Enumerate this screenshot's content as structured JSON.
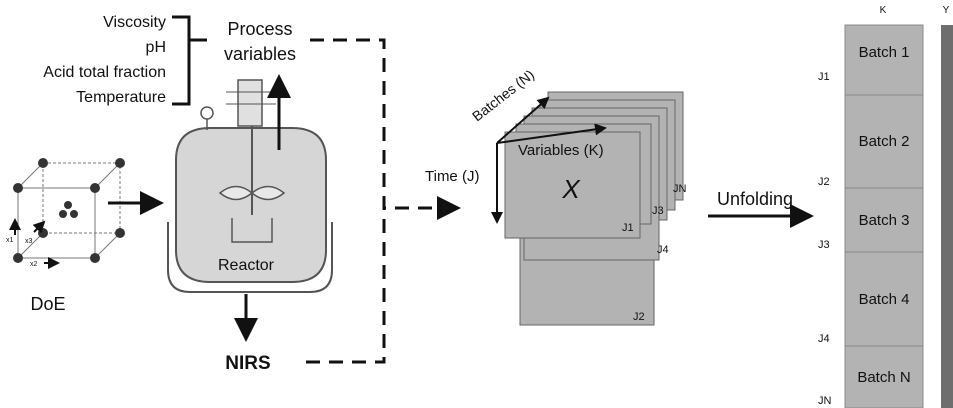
{
  "variables_list": [
    "Viscosity",
    "pH",
    "Acid total fraction",
    "Temperature"
  ],
  "process_variables": [
    "Process",
    "variables"
  ],
  "doe": {
    "label": "DoE",
    "axis_labels": [
      "x1",
      "x3",
      "x2"
    ]
  },
  "reactor": {
    "label": "Reactor"
  },
  "nirs": {
    "label": "NIRS"
  },
  "cube": {
    "batches_axis": "Batches (N)",
    "variables_axis": "Variables (K)",
    "time_axis": "Time (J)",
    "matrix_symbol": "X",
    "slice_labels": [
      "J1",
      "J2",
      "J3",
      "J4",
      "JN"
    ]
  },
  "unfolding": {
    "label": "Unfolding"
  },
  "unfolded_matrix": {
    "column_k": "K",
    "column_y": "Y",
    "batches": [
      "Batch 1",
      "Batch 2",
      "Batch 3",
      "Batch 4",
      "Batch N"
    ],
    "row_labels": [
      "J1",
      "J2",
      "J3",
      "J4",
      "JN"
    ]
  },
  "colors": {
    "panel_gray": "#b3b3b3",
    "reactor_gray": "#d6d6d6",
    "dark_bar": "#6e6e6e",
    "line": "#111111"
  }
}
